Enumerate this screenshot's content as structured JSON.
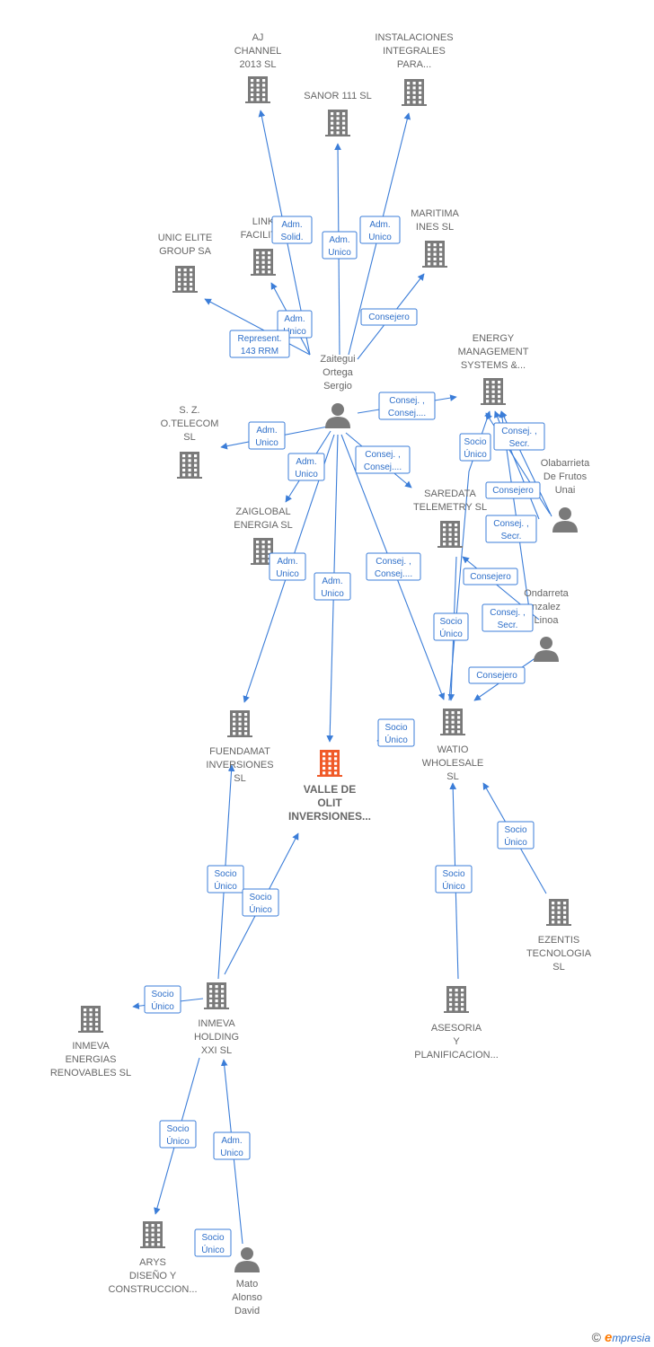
{
  "colors": {
    "edge": "#3b7dd8",
    "node": "#7a7a7a",
    "focus": "#f05a28",
    "label": "#666666"
  },
  "nodes": [
    {
      "id": "aj",
      "kind": "company",
      "lines": [
        "AJ",
        "CHANNEL",
        "2013 SL"
      ]
    },
    {
      "id": "sanor",
      "kind": "company",
      "lines": [
        "SANOR 111 SL"
      ]
    },
    {
      "id": "instal",
      "kind": "company",
      "lines": [
        "INSTALACIONES",
        "INTEGRALES",
        "PARA..."
      ]
    },
    {
      "id": "link",
      "kind": "company",
      "lines": [
        "LINK",
        "FACILITIE"
      ]
    },
    {
      "id": "unic",
      "kind": "company",
      "lines": [
        "UNIC ELITE",
        "GROUP SA"
      ]
    },
    {
      "id": "maritima",
      "kind": "company",
      "lines": [
        "MARITIMA",
        "INES SL"
      ]
    },
    {
      "id": "energy",
      "kind": "company",
      "lines": [
        "ENERGY",
        "MANAGEMENT",
        "SYSTEMS &..."
      ]
    },
    {
      "id": "zaitegui",
      "kind": "person",
      "lines": [
        "Zaitegui",
        "Ortega",
        "Sergio"
      ]
    },
    {
      "id": "sz",
      "kind": "company",
      "lines": [
        "S.  Z.",
        "O.TELECOM",
        "SL"
      ]
    },
    {
      "id": "olabarrieta",
      "kind": "person",
      "lines": [
        "Olabarrieta",
        "De Frutos",
        "Unai"
      ]
    },
    {
      "id": "zaiglobal",
      "kind": "company",
      "lines": [
        "ZAIGLOBAL",
        "ENERGIA  SL"
      ]
    },
    {
      "id": "saredata",
      "kind": "company",
      "lines": [
        "SAREDATA",
        "TELEMETRY SL"
      ]
    },
    {
      "id": "ondarreta",
      "kind": "person",
      "lines": [
        "Ondarreta",
        "nzalez",
        "Linoa"
      ]
    },
    {
      "id": "fuendamat",
      "kind": "company",
      "lines": [
        "FUENDAMAT",
        "INVERSIONES",
        "SL"
      ]
    },
    {
      "id": "valle",
      "kind": "focus",
      "lines": [
        "VALLE DE",
        "OLIT",
        "INVERSIONES..."
      ]
    },
    {
      "id": "watio",
      "kind": "company",
      "lines": [
        "WATIO",
        "WHOLESALE",
        "SL"
      ]
    },
    {
      "id": "ezentis",
      "kind": "company",
      "lines": [
        "EZENTIS",
        "TECNOLOGIA",
        "SL"
      ]
    },
    {
      "id": "inmeva_h",
      "kind": "company",
      "lines": [
        "INMEVA",
        "HOLDING",
        "XXI SL"
      ]
    },
    {
      "id": "inmeva_e",
      "kind": "company",
      "lines": [
        "INMEVA",
        "ENERGIAS",
        "RENOVABLES SL"
      ]
    },
    {
      "id": "asesoria",
      "kind": "company",
      "lines": [
        "ASESORIA",
        "Y",
        "PLANIFICACION..."
      ]
    },
    {
      "id": "arys",
      "kind": "company",
      "lines": [
        "ARYS",
        "DISEÑO Y",
        "CONSTRUCCION..."
      ]
    },
    {
      "id": "mato",
      "kind": "person",
      "lines": [
        "Mato",
        "Alonso",
        "David"
      ]
    }
  ],
  "edges": [
    {
      "lines": [
        "Adm.",
        "Solid."
      ]
    },
    {
      "lines": [
        "Adm.",
        "Unico"
      ]
    },
    {
      "lines": [
        "Adm.",
        "Unico"
      ]
    },
    {
      "lines": [
        "Adm.",
        "Unico"
      ]
    },
    {
      "lines": [
        "Represent.",
        "143 RRM"
      ]
    },
    {
      "lines": [
        "Consejero"
      ]
    },
    {
      "lines": [
        "Consej. ,",
        "Consej...."
      ]
    },
    {
      "lines": [
        "Adm.",
        "Unico"
      ]
    },
    {
      "lines": [
        "Adm.",
        "Unico"
      ]
    },
    {
      "lines": [
        "Consej. ,",
        "Consej...."
      ]
    },
    {
      "lines": [
        "Adm.",
        "Unico"
      ]
    },
    {
      "lines": [
        "Adm.",
        "Unico"
      ]
    },
    {
      "lines": [
        "Consej. ,",
        "Consej...."
      ]
    },
    {
      "lines": [
        "Socio",
        "Único"
      ]
    },
    {
      "lines": [
        "Consej. ,",
        "Secr."
      ]
    },
    {
      "lines": [
        "Consejero"
      ]
    },
    {
      "lines": [
        "Consej. ,",
        "Secr."
      ]
    },
    {
      "lines": [
        "Consejero"
      ]
    },
    {
      "lines": [
        "Consej. ,",
        "Secr."
      ]
    },
    {
      "lines": [
        "Socio",
        "Único"
      ]
    },
    {
      "lines": [
        "Consejero"
      ]
    },
    {
      "lines": [
        "Socio",
        "Único"
      ]
    },
    {
      "lines": [
        "Socio",
        "Único"
      ]
    },
    {
      "lines": [
        "Socio",
        "Único"
      ]
    },
    {
      "lines": [
        "Socio",
        "Único"
      ]
    },
    {
      "lines": [
        "Socio",
        "Único"
      ]
    },
    {
      "lines": [
        "Socio",
        "Único"
      ]
    },
    {
      "lines": [
        "Socio",
        "Único"
      ]
    },
    {
      "lines": [
        "Adm.",
        "Unico"
      ]
    },
    {
      "lines": [
        "Socio",
        "Único"
      ]
    }
  ],
  "footer": {
    "copyright": "©",
    "brand_e": "e",
    "brand_rest": "mpresia"
  }
}
